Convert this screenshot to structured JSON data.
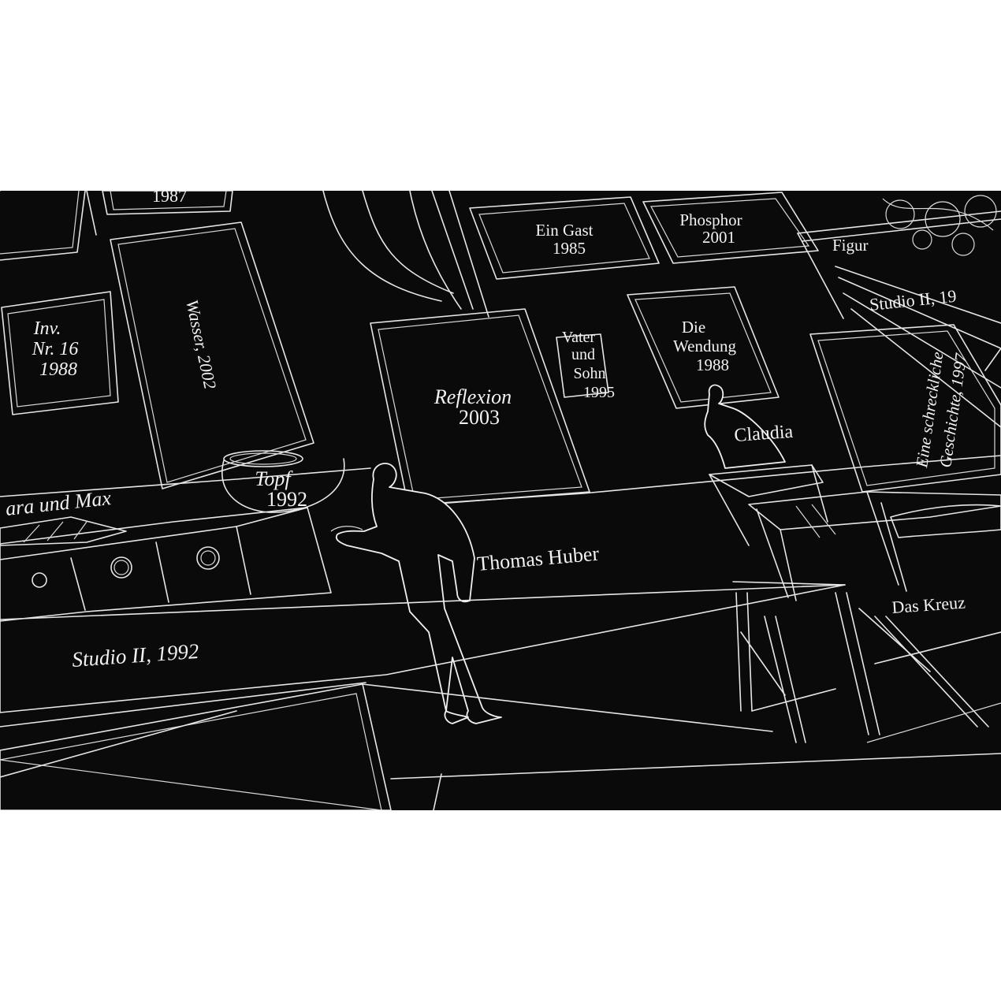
{
  "colors": {
    "paper": "#0b0a0a",
    "ink": "#f0f0f0",
    "background": "#ffffff"
  },
  "labels": {
    "top_frame_year": "1987",
    "inv_nr_line1": "Inv.",
    "inv_nr_line2": "Nr. 16",
    "inv_nr_line3": "1988",
    "wasser": "Wasser, 2002",
    "ein_gast_title": "Ein Gast",
    "ein_gast_year": "1985",
    "phosphor_title": "Phosphor",
    "phosphor_year": "2001",
    "figur": "Figur",
    "studio_top": "Studio II, 19",
    "vater_line1": "Vater",
    "vater_line2": "und",
    "vater_line3": "Sohn",
    "vater_line4": "1995",
    "die_wendung_line1": "Die",
    "die_wendung_line2": "Wendung",
    "die_wendung_line3": "1988",
    "reflexion_title": "Reflexion",
    "reflexion_year": "2003",
    "geschichte_line1": "Eine schreckliche",
    "geschichte_line2": "Geschichte, 1997",
    "claudia": "Claudia",
    "topf_title": "Topf",
    "topf_year": "1992",
    "clara_und_max": "ara und Max",
    "thomas_huber": "Thomas Huber",
    "studio_main": "Studio II, 1992",
    "das_kreuz": "Das Kreuz"
  }
}
